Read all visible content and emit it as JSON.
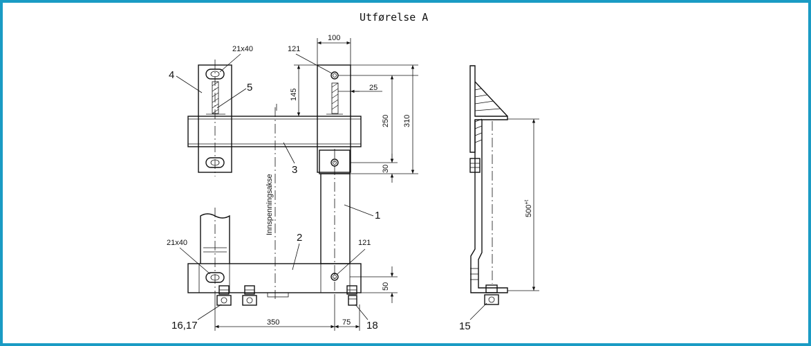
{
  "drawing": {
    "title": "Utførelse A",
    "axis_label": "Innspenningsakse",
    "frame_color": "#1a9bc4",
    "dimensions": {
      "d100": "100",
      "d25": "25",
      "d145": "145",
      "d250": "250",
      "d310": "310",
      "d30": "30",
      "d50": "50",
      "d350": "350",
      "d75": "75",
      "d500": "500",
      "d500_sup": "+t"
    },
    "hole_labels": {
      "slot_top": "21x40",
      "hole_top": "121",
      "slot_bottom": "21x40",
      "hole_bottom": "121"
    },
    "callouts": {
      "c1": "1",
      "c2": "2",
      "c3": "3",
      "c4": "4",
      "c5": "5",
      "c15": "15",
      "c16_17": "16,17",
      "c18": "18"
    }
  }
}
